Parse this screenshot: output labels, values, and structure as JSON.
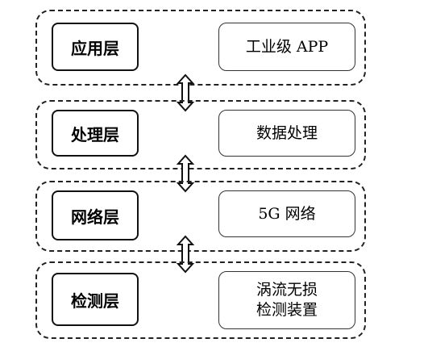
{
  "layers": [
    {
      "name": "应用层",
      "desc": [
        "工业级 APP"
      ]
    },
    {
      "name": "处理层",
      "desc": [
        "数据处理"
      ]
    },
    {
      "name": "网络层",
      "desc": [
        "5G 网络"
      ]
    },
    {
      "name": "检测层",
      "desc": [
        "涡流无损",
        "检测装置"
      ]
    }
  ]
}
